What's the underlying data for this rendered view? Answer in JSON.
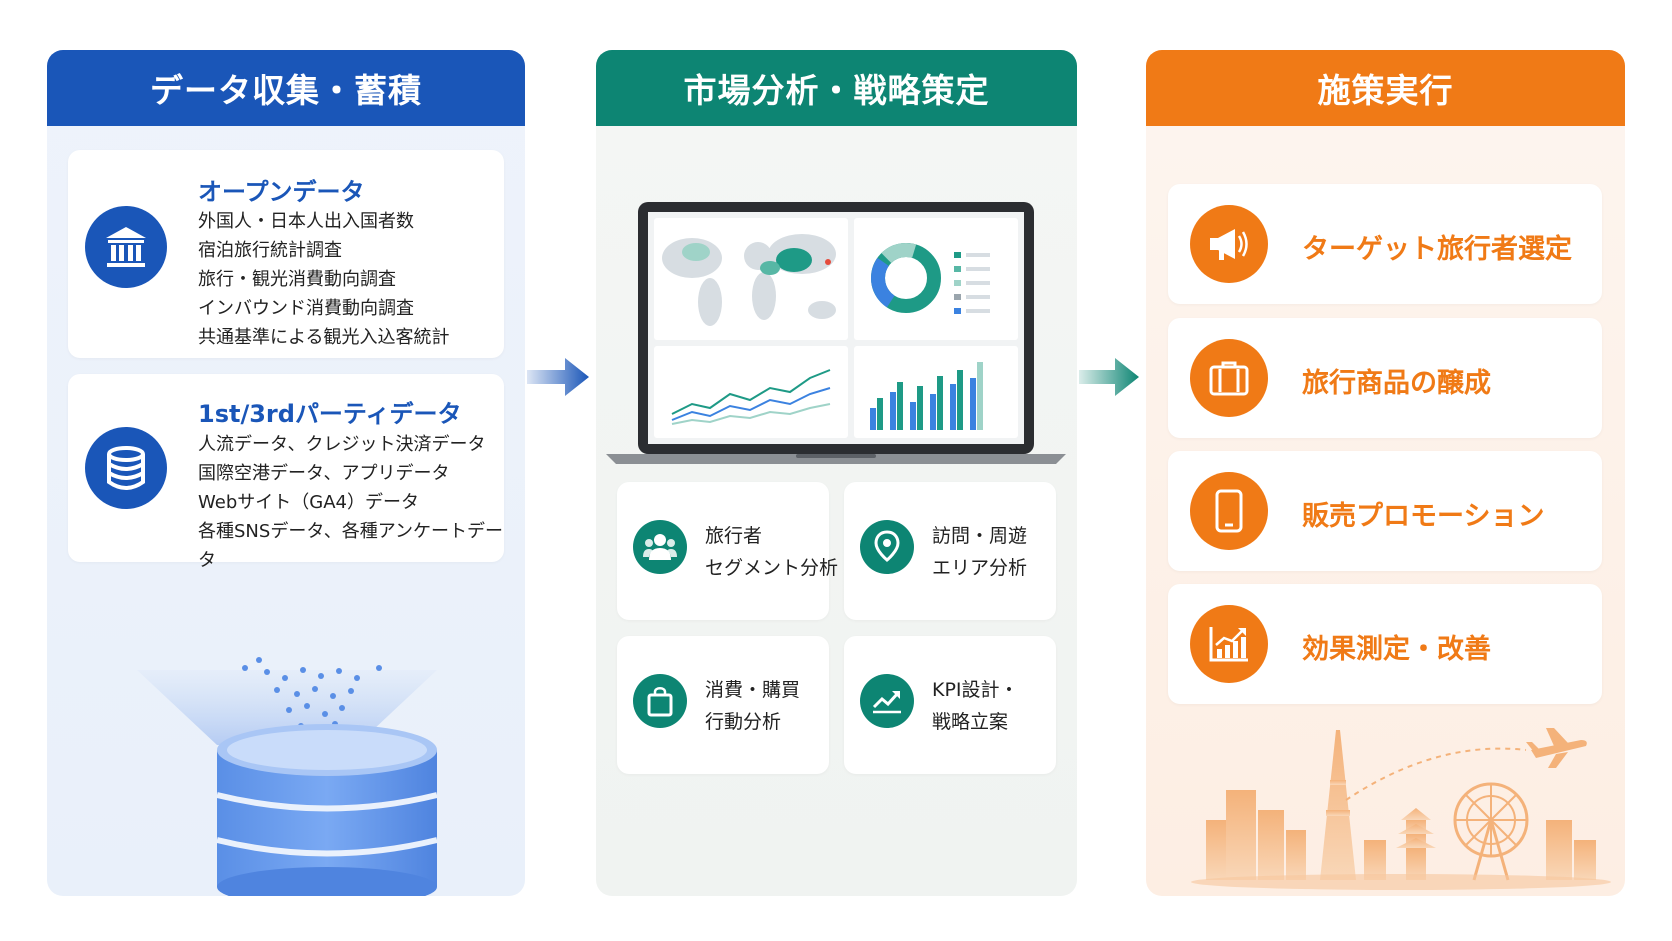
{
  "columns": {
    "collect": {
      "title": "データ収集・蓄積",
      "sources": [
        {
          "title": "オープンデータ",
          "icon": "bank-icon",
          "items": [
            "外国人・日本人出入国者数",
            "宿泊旅行統計調査",
            "旅行・観光消費動向調査",
            "インバウンド消費動向調査",
            "共通基準による観光入込客統計"
          ]
        },
        {
          "title": "1st/3rdパーティデータ",
          "icon": "database-icon",
          "items": [
            "人流データ、クレジット決済データ",
            "国際空港データ、アプリデータ",
            "Webサイト（GA4）データ",
            "各種SNSデータ、各種アンケートデータ"
          ]
        }
      ]
    },
    "analyze": {
      "title": "市場分析・戦略策定",
      "analyses": [
        {
          "line1": "旅行者",
          "line2": "セグメント分析",
          "icon": "people-icon"
        },
        {
          "line1": "訪問・周遊",
          "line2": "エリア分析",
          "icon": "map-pin-icon"
        },
        {
          "line1": "消費・購買",
          "line2": "行動分析",
          "icon": "shopping-bag-icon"
        },
        {
          "line1": "KPI設計・",
          "line2": "戦略立案",
          "icon": "trend-up-icon"
        }
      ]
    },
    "execute": {
      "title": "施策実行",
      "actions": [
        {
          "label": "ターゲット旅行者選定",
          "icon": "megaphone-icon"
        },
        {
          "label": "旅行商品の醸成",
          "icon": "suitcase-icon"
        },
        {
          "label": "販売プロモーション",
          "icon": "smartphone-icon"
        },
        {
          "label": "効果測定・改善",
          "icon": "growth-chart-icon"
        }
      ]
    }
  },
  "colors": {
    "blue": "#1a56b8",
    "teal": "#0d8573",
    "orange": "#f07a16"
  }
}
